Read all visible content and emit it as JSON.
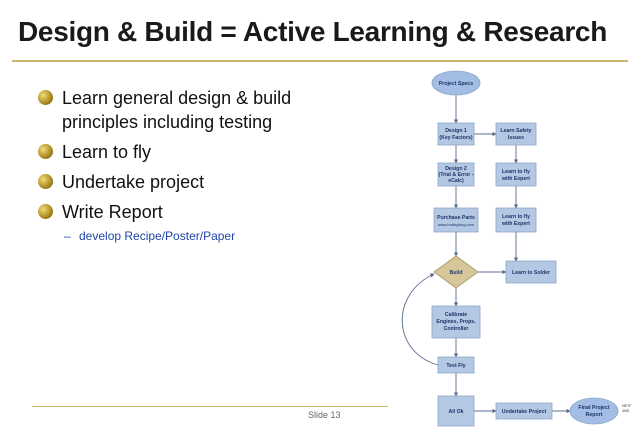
{
  "title": "Design & Build = Active Learning & Research",
  "bullets": [
    {
      "label": "Learn general design & build principles including testing"
    },
    {
      "label": "Learn to fly"
    },
    {
      "label": "Undertake project"
    },
    {
      "label": "Write Report"
    }
  ],
  "subbullets": [
    {
      "label": "develop Recipe/Poster/Paper"
    }
  ],
  "slide_number": "Slide 13",
  "flowchart": {
    "nodes": {
      "project_specs": "Project Specs",
      "design1": [
        "Design 1",
        "(Key Factors)"
      ],
      "safety": [
        "Learn Safety",
        "Issues"
      ],
      "design2": [
        "Design 2",
        "(Trial & Error -",
        "eCalc)"
      ],
      "fly1": [
        "Learn to fly",
        "with Expert"
      ],
      "purchase": "Purchase Parts",
      "purchase_url": "www.hobbyking.com",
      "fly2": [
        "Learn to fly",
        "with Expert"
      ],
      "build": "Build",
      "solder": "Learn to Solder",
      "calibrate": [
        "Calibrate",
        "Engines, Props,",
        "Controller"
      ],
      "test_fly": "Test Fly",
      "all_ok": "All Ok",
      "undertake": "Undertake Project",
      "final_report": [
        "Final Project",
        "Report"
      ]
    },
    "annotation": [
      "NETF",
      "4ND"
    ]
  },
  "colors": {
    "title_rule": "#c9b46a",
    "subbullet_text": "#2045a8",
    "box_fill": "#b4c8e4",
    "box_stroke": "#8ea6c8",
    "diamond_fill": "#d6c79a",
    "oval_fill": "#a3bde4",
    "arrow": "#5a6d8c"
  }
}
